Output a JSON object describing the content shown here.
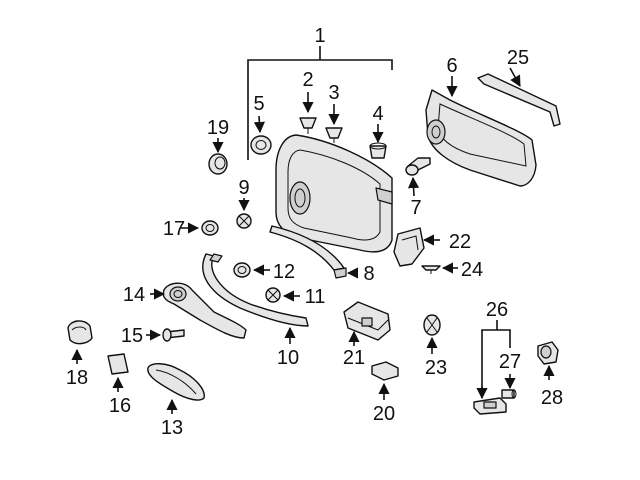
{
  "diagram": {
    "callouts": [
      {
        "id": "c1",
        "text": "1"
      },
      {
        "id": "c2",
        "text": "2"
      },
      {
        "id": "c3",
        "text": "3"
      },
      {
        "id": "c4",
        "text": "4"
      },
      {
        "id": "c5",
        "text": "5"
      },
      {
        "id": "c6",
        "text": "6"
      },
      {
        "id": "c7",
        "text": "7"
      },
      {
        "id": "c8",
        "text": "8"
      },
      {
        "id": "c9",
        "text": "9"
      },
      {
        "id": "c10",
        "text": "10"
      },
      {
        "id": "c11",
        "text": "11"
      },
      {
        "id": "c12",
        "text": "12"
      },
      {
        "id": "c13",
        "text": "13"
      },
      {
        "id": "c14",
        "text": "14"
      },
      {
        "id": "c15",
        "text": "15"
      },
      {
        "id": "c16",
        "text": "16"
      },
      {
        "id": "c17",
        "text": "17"
      },
      {
        "id": "c18",
        "text": "18"
      },
      {
        "id": "c19",
        "text": "19"
      },
      {
        "id": "c20",
        "text": "20"
      },
      {
        "id": "c21",
        "text": "21"
      },
      {
        "id": "c22",
        "text": "22"
      },
      {
        "id": "c23",
        "text": "23"
      },
      {
        "id": "c24",
        "text": "24"
      },
      {
        "id": "c25",
        "text": "25"
      },
      {
        "id": "c26",
        "text": "26"
      },
      {
        "id": "c27",
        "text": "27"
      },
      {
        "id": "c28",
        "text": "28"
      }
    ],
    "colors": {
      "ink": "#111111",
      "part_fill": "#e6e6e6",
      "part_shade": "#cfcfcf",
      "background": "#ffffff"
    }
  }
}
